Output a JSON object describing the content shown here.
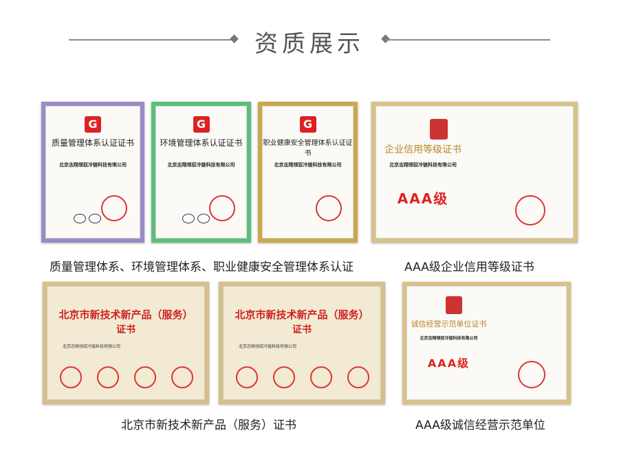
{
  "header": {
    "title": "资质展示"
  },
  "certificates": {
    "quality": {
      "title": "质量管理体系认证证书",
      "company": "北京志翔领驭冷链科技有限公司"
    },
    "environment": {
      "title": "环境管理体系认证证书",
      "company": "北京志翔领驭冷链科技有限公司"
    },
    "ohs": {
      "title": "职业健康安全管理体系认证证书",
      "company": "北京志翔领驭冷链科技有限公司"
    },
    "credit": {
      "title": "企业信用等级证书",
      "company": "北京志翔领驭冷链科技有限公司",
      "grade": "AAA级"
    },
    "newtech1": {
      "title": "北京市新技术新产品（服务）",
      "subtitle": "证书",
      "company": "北京志翔领驭冷链科技有限公司"
    },
    "newtech2": {
      "title": "北京市新技术新产品（服务）",
      "subtitle": "证书",
      "company": "北京志翔领驭冷链科技有限公司"
    },
    "integrity": {
      "title": "诚信经营示范单位证书",
      "company": "北京志翔领驭冷链科技有限公司",
      "grade": "AAA级"
    }
  },
  "captions": {
    "systems": "质量管理体系、环境管理体系、职业健康安全管理体系认证",
    "credit": "AAA级企业信用等级证书",
    "newtech": "北京市新技术新产品（服务）证书",
    "integrity": "AAA级诚信经营示范单位"
  },
  "colors": {
    "seal_red": "#dd3333",
    "title_gold": "#b8862a",
    "caption_text": "#222222"
  }
}
